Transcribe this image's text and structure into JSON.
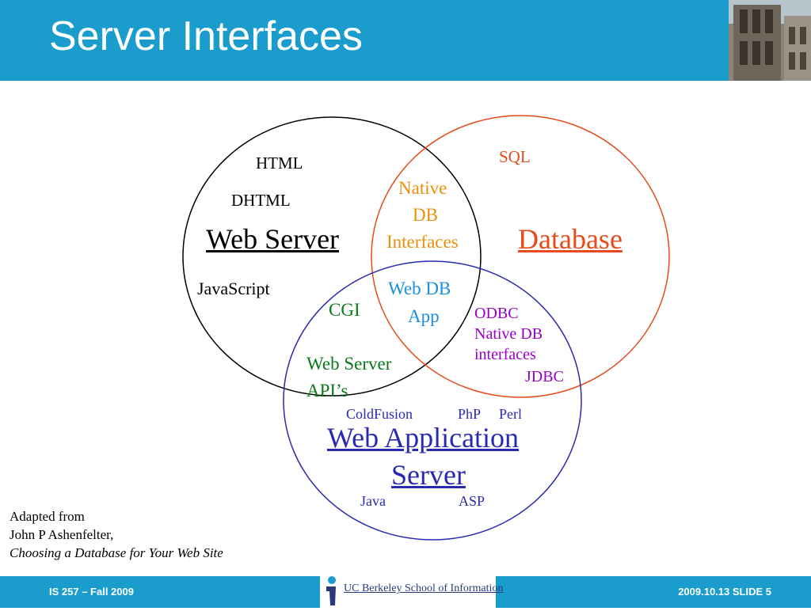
{
  "slide": {
    "title": "Server Interfaces"
  },
  "venn": {
    "web_server": {
      "label": "Web Server",
      "items": [
        "HTML",
        "DHTML",
        "JavaScript"
      ],
      "color": "#000000"
    },
    "database": {
      "label": "Database",
      "items": [
        "SQL"
      ],
      "color": "#e84a1a"
    },
    "web_app_server": {
      "label_line1": "Web Application",
      "label_line2": "Server",
      "items": [
        "ColdFusion",
        "PhP",
        "Perl",
        "Java",
        "ASP"
      ],
      "color": "#2a2ab0"
    },
    "overlap_web_db": {
      "lines": [
        "Native",
        "DB",
        "Interfaces"
      ],
      "color": "#e8900a"
    },
    "overlap_web_app": {
      "items": [
        "CGI",
        "Web Server",
        "API’s"
      ],
      "color": "#0a7a1a"
    },
    "overlap_db_app": {
      "lines": [
        "ODBC",
        "Native DB",
        "interfaces",
        "JDBC"
      ],
      "color": "#9a00c8"
    },
    "center": {
      "lines": [
        "Web DB",
        "App"
      ],
      "color": "#1a8fe0"
    }
  },
  "credit": {
    "line1": "Adapted from",
    "line2": "John P Ashenfelter,",
    "line3": "Choosing a Database for Your Web Site"
  },
  "footer": {
    "left": "IS 257 – Fall 2009",
    "right": "2009.10.13 SLIDE 5",
    "logo_text": "UC Berkeley School of Information"
  },
  "colors": {
    "header": "#1a9ccc",
    "white": "#ffffff"
  }
}
